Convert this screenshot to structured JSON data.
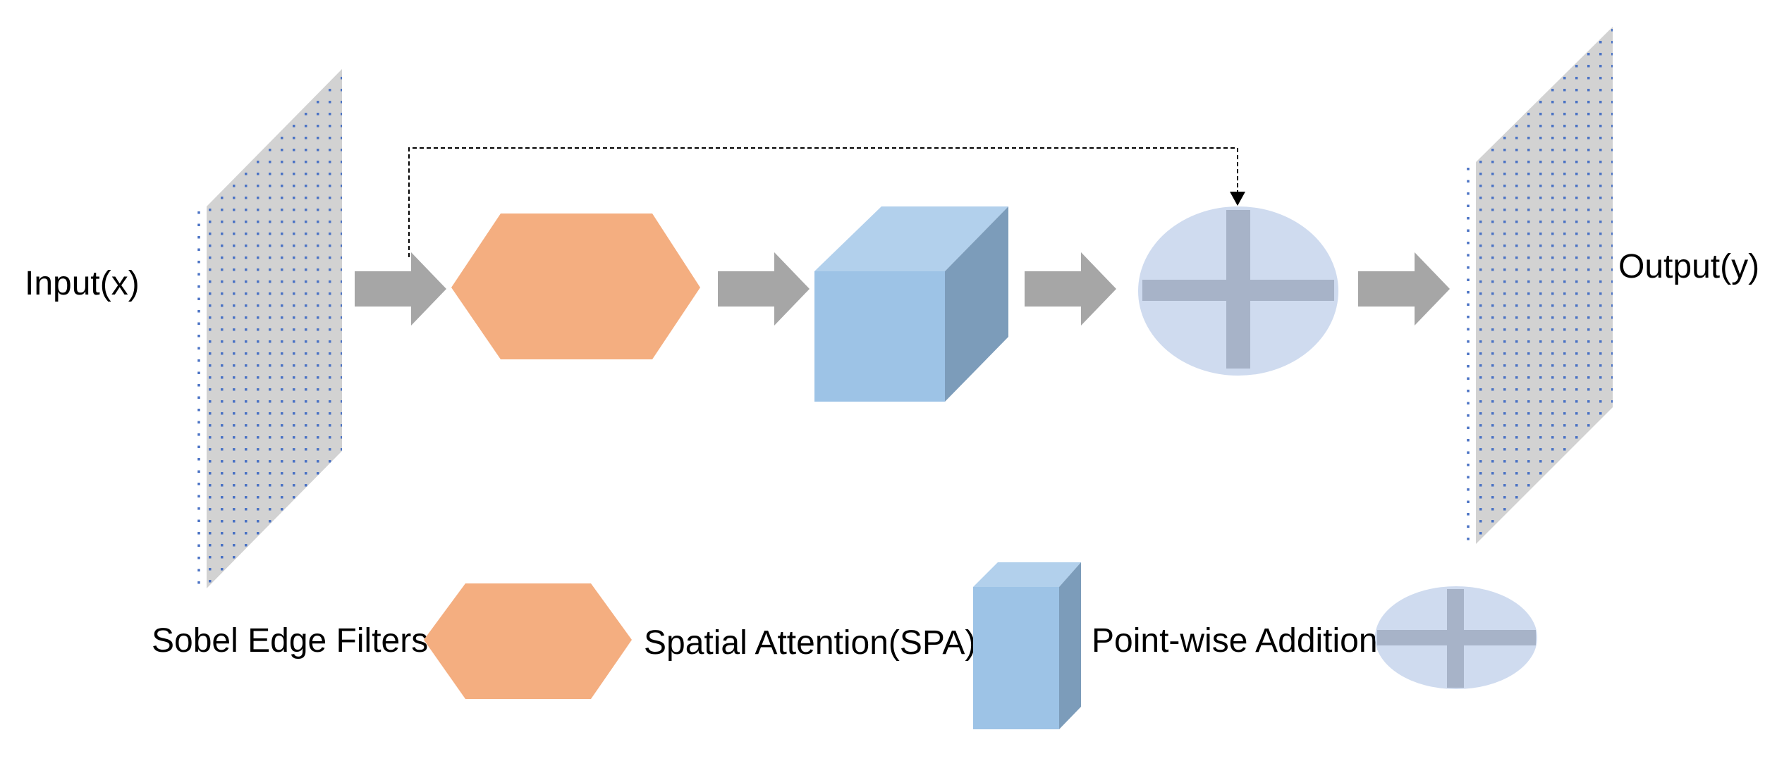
{
  "diagram": {
    "input_label": "Input(x)",
    "output_label": "Output(y)"
  },
  "legend": {
    "sobel_label": "Sobel Edge Filters",
    "spa_label": "Spatial Attention(SPA)",
    "add_label": "Point-wise Addition"
  },
  "colors": {
    "feature_map_fill": "#d2d2d2",
    "feature_map_dots": "#4a72c4",
    "arrow": "#a6a6a6",
    "hexagon": "#f4ae80",
    "cube_front": "#9dc3e6",
    "cube_top": "#b2d0ec",
    "cube_side": "#7c9cba",
    "add_ellipse": "#cfdbef",
    "add_cross": "#a7b3c8",
    "skip_line": "#000000"
  }
}
